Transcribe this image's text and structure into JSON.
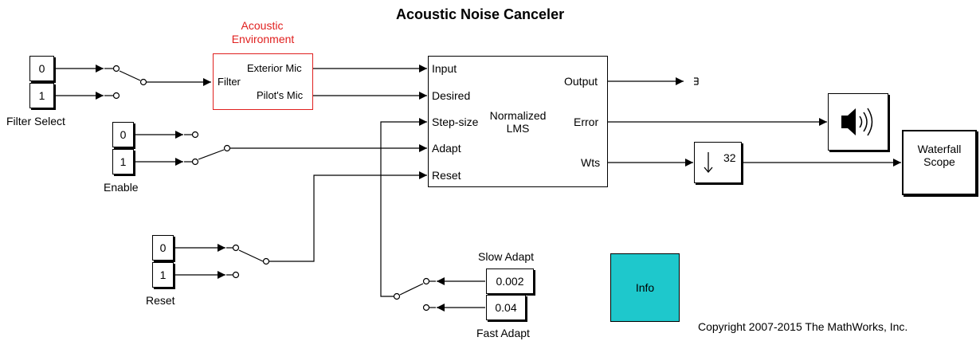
{
  "title": "Acoustic Noise Canceler",
  "colors": {
    "acoustic_block": "#e0201f",
    "info_block": "#1ec8cc"
  },
  "filter_select": {
    "values": [
      "0",
      "1"
    ],
    "label": "Filter Select"
  },
  "acoustic": {
    "label": [
      "Acoustic",
      "Environment"
    ],
    "in_port": "Filter",
    "out_ports": [
      "Exterior Mic",
      "Pilot's Mic"
    ]
  },
  "enable": {
    "values": [
      "0",
      "1"
    ],
    "label": "Enable"
  },
  "reset": {
    "values": [
      "0",
      "1"
    ],
    "label": "Reset"
  },
  "lms": {
    "label": [
      "Normalized",
      "LMS"
    ],
    "in_ports": [
      "Input",
      "Desired",
      "Step-size",
      "Adapt",
      "Reset"
    ],
    "out_ports": [
      "Output",
      "Error",
      "Wts"
    ]
  },
  "downsample": {
    "factor": "32",
    "icon": "down-arrow-icon"
  },
  "speaker": {
    "icon": "speaker-icon"
  },
  "waterfall": {
    "label": [
      "Waterfall",
      "Scope"
    ]
  },
  "slow_adapt": {
    "value": "0.002",
    "label": "Slow Adapt"
  },
  "fast_adapt": {
    "value": "0.04",
    "label": "Fast Adapt"
  },
  "info": {
    "label": "Info"
  },
  "copyright": "Copyright 2007-2015 The MathWorks, Inc."
}
